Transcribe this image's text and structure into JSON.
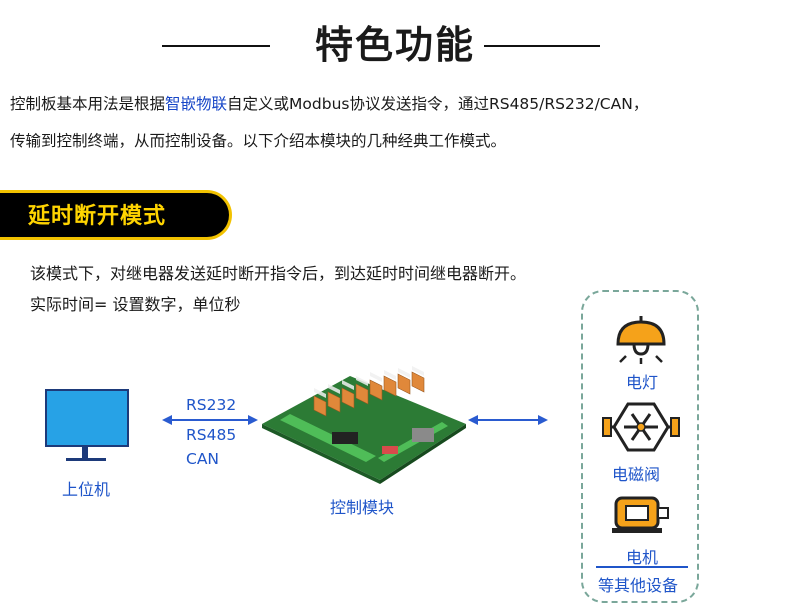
{
  "header": {
    "title": "特色功能"
  },
  "intro": {
    "line1_prefix": "控制板基本用法是根据",
    "line1_highlight": "智嵌物联",
    "line1_suffix": "自定义或Modbus协议发送指令，通过RS485/RS232/CAN，",
    "line2": "传输到控制终端，从而控制设备。以下介绍本模块的几种经典工作模式。"
  },
  "mode": {
    "title": "延时断开模式",
    "desc1": "该模式下，对继电器发送延时断开指令后，到达延时时间继电器断开。",
    "desc2": "实际时间= 设置数字，单位秒"
  },
  "diagram": {
    "host_label": "上位机",
    "protocols": [
      "RS232",
      "RS485",
      "CAN"
    ],
    "module_label": "控制模块",
    "devices": [
      "电灯",
      "电磁阀",
      "电机"
    ],
    "devices_footer": "等其他设备"
  },
  "colors": {
    "accent_blue": "#1f55c9",
    "banner_yellow": "#ffd400",
    "icon_orange": "#f5a21a"
  }
}
